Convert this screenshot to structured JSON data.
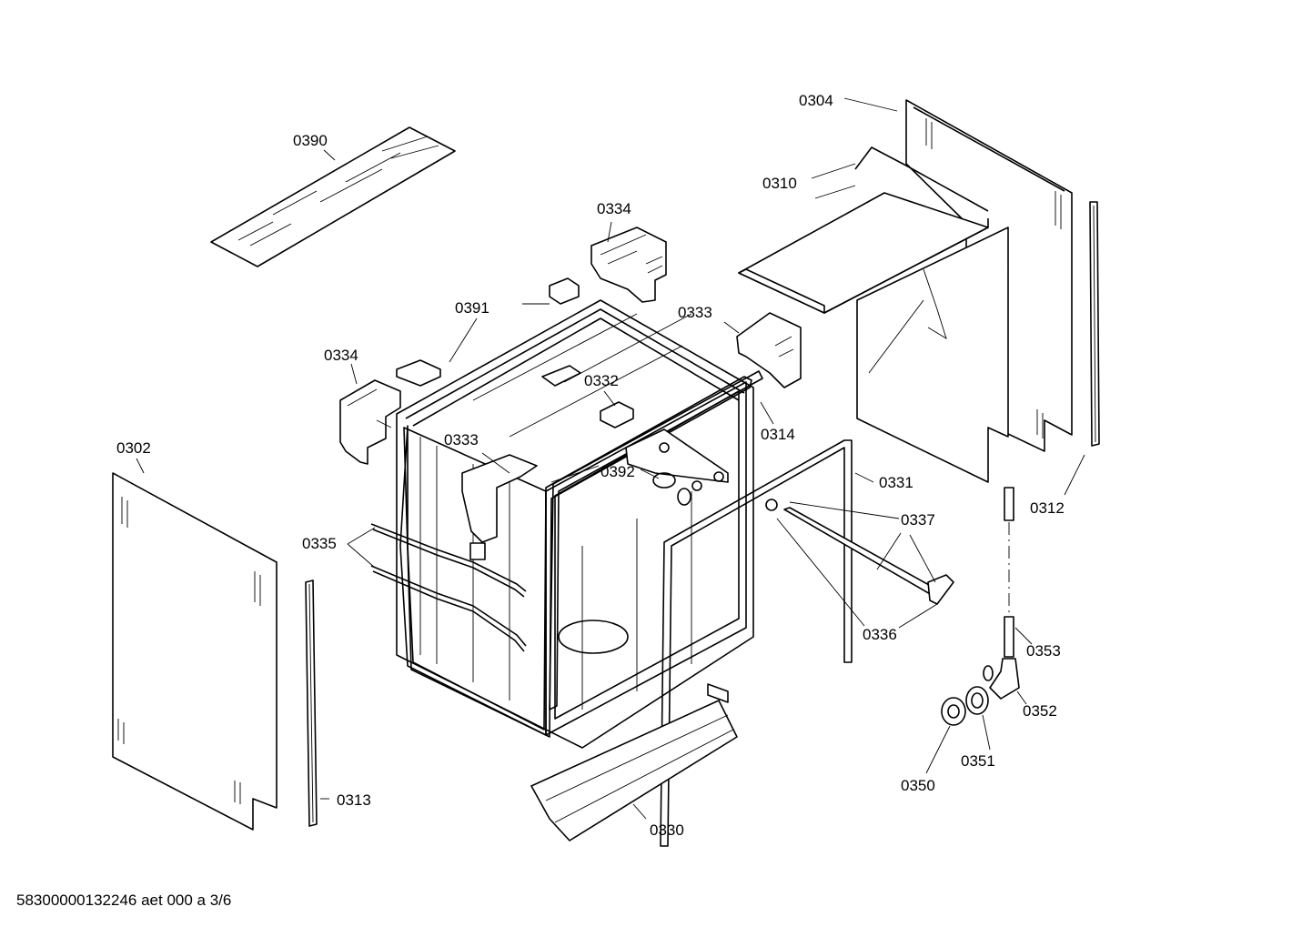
{
  "diagram": {
    "labels": {
      "p0390": "0390",
      "p0304": "0304",
      "p0310": "0310",
      "p0334a": "0334",
      "p0334b": "0334",
      "p0391": "0391",
      "p0333a": "0333",
      "p0333b": "0333",
      "p0332": "0332",
      "p0314": "0314",
      "p0392": "0392",
      "p0331": "0331",
      "p0302": "0302",
      "p0335": "0335",
      "p0337": "0337",
      "p0336": "0336",
      "p0312": "0312",
      "p0353": "0353",
      "p0352": "0352",
      "p0351": "0351",
      "p0350": "0350",
      "p0313": "0313",
      "p0330": "0330"
    },
    "footer": "58300000132246 aet 000 a 3/6"
  }
}
